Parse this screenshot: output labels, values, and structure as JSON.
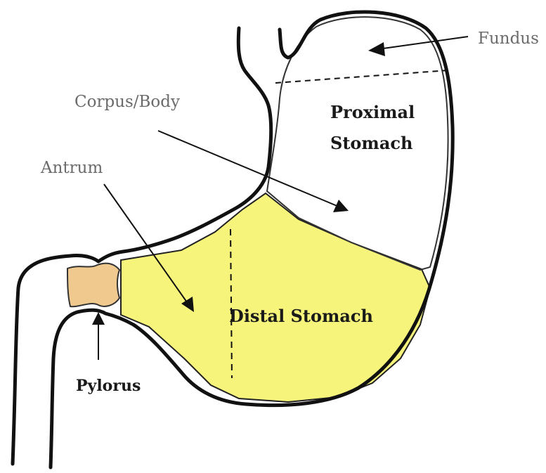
{
  "labels": {
    "fundus": "Fundus",
    "corpus": "Corpus/Body",
    "antrum": "Antrum",
    "proximal_line1": "Proximal",
    "proximal_line2": "Stomach",
    "distal": "Distal Stomach",
    "pylorus": "Pylorus"
  },
  "colors": {
    "outline": "#111111",
    "distal_fill": "#f6f47a",
    "pylorus_fill": "#efc98e",
    "light_text": "#6b6b6b",
    "bold_text": "#1a1a1a"
  }
}
